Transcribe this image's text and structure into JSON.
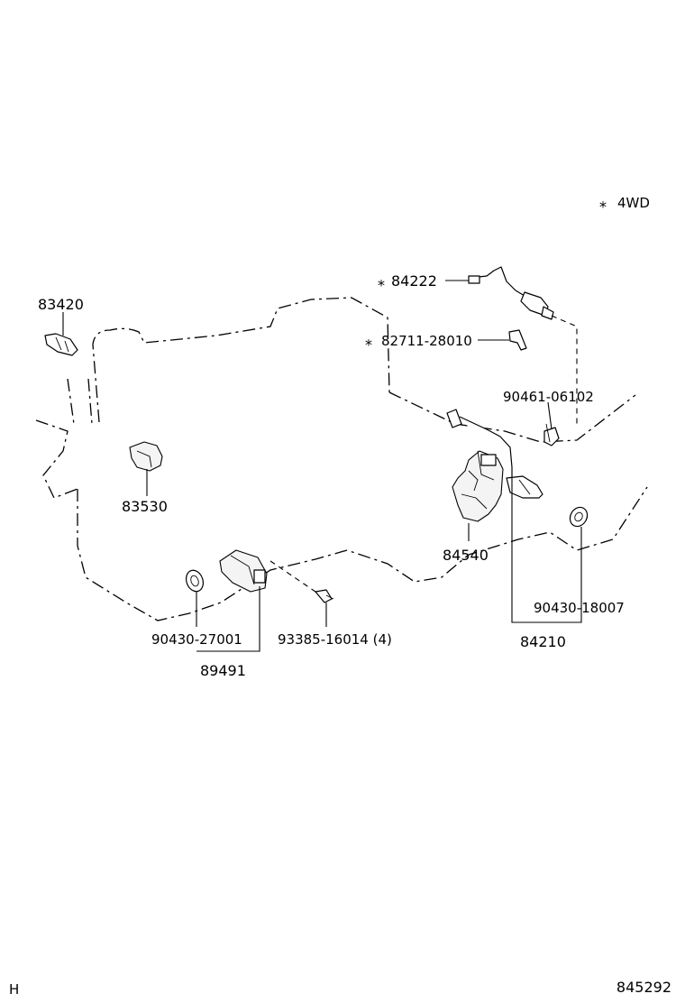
{
  "legend": {
    "mark": "⁎",
    "text": "4WD"
  },
  "parts": {
    "p83420": "83420",
    "p83530": "83530",
    "p84222": "84222",
    "p82711": "82711-28010",
    "p90461": "90461-06102",
    "p84540": "84540",
    "p90430_18007": "90430-18007",
    "p84210": "84210",
    "p90430_27001": "90430-27001",
    "p93385": "93385-16014 (4)",
    "p89491": "89491"
  },
  "footer": {
    "left": "H",
    "right": "845292"
  }
}
